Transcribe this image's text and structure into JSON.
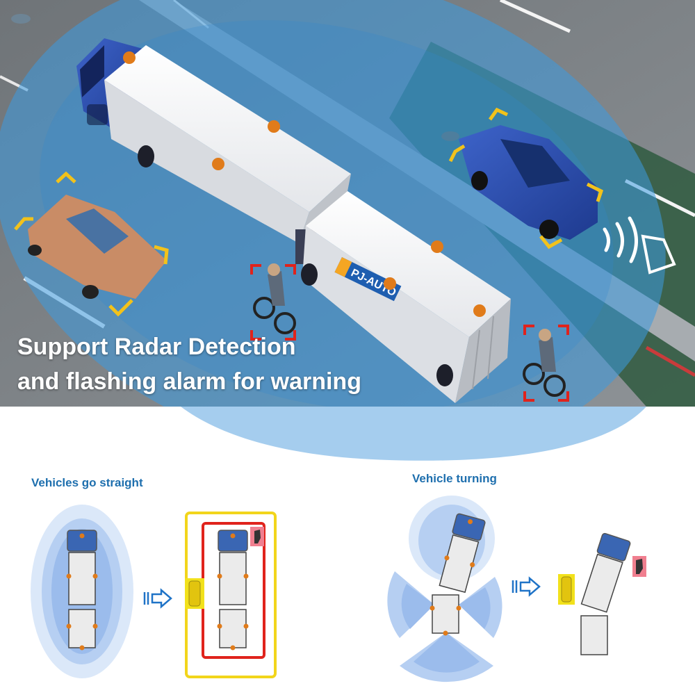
{
  "headline": {
    "line1": "Support Radar Detection",
    "line2": "and flashing alarm for warning"
  },
  "logo": {
    "text": "PJ-AUTO"
  },
  "diagram_left": {
    "caption": "Vehicles go straight"
  },
  "diagram_right": {
    "caption": "Vehicle turning"
  },
  "colors": {
    "radar_blue": "#4a8fd8",
    "sensor_orange": "#e07b1a",
    "warning_red": "#e0231c",
    "highlight_yellow": "#f2d51b",
    "caption_blue": "#1e6fae",
    "arrow_blue": "#1f73c7"
  }
}
